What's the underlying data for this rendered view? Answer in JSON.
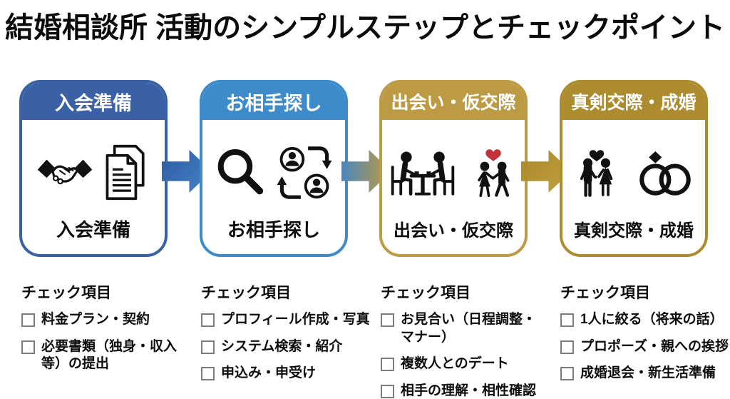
{
  "title": "結婚相談所 活動のシンプルステップとチェックポイント",
  "steps": [
    {
      "header": "入会準備",
      "label": "入会準備",
      "icons": [
        "handshake-icon",
        "documents-icon"
      ],
      "accent": "#3a60a5"
    },
    {
      "header": "お相手探し",
      "label": "お相手探し",
      "icons": [
        "magnifier-icon",
        "match-exchange-icon"
      ],
      "accent": "#3d8bc9"
    },
    {
      "header": "出会い・仮交際",
      "label": "出会い・仮交際",
      "icons": [
        "meeting-table-icon",
        "dating-couple-icon"
      ],
      "accent": "#bd9b45"
    },
    {
      "header": "真剣交際・成婚",
      "label": "真剣交際・成婚",
      "icons": [
        "married-couple-icon",
        "wedding-rings-icon"
      ],
      "accent": "#ad8c2f"
    }
  ],
  "checklists": [
    {
      "title": "チェック項目",
      "items": [
        "料金プラン・契約",
        "必要書類（独身・収入等）の提出"
      ]
    },
    {
      "title": "チェック項目",
      "items": [
        "プロフィール作成・写真",
        "システム検索・紹介",
        "申込み・申受け"
      ]
    },
    {
      "title": "チェック項目",
      "items": [
        "お見合い（日程調整・マナー）",
        "複数人とのデート",
        "相手の理解・相性確認"
      ]
    },
    {
      "title": "チェック項目",
      "items": [
        "1人に絞る（将来の話）",
        "プロポーズ・親への挨拶",
        "成婚退会・新生活準備"
      ]
    }
  ],
  "colors": {
    "step1_blue": "#3a60a5",
    "step2_blue": "#3d8bc9",
    "step3_gold": "#bd9b45",
    "step4_gold": "#ad8c2f",
    "arrow_blue_dark": "#2d5aa3",
    "arrow_blue_light": "#4585c4",
    "arrow_gold": "#c19c3a",
    "heart_red": "#c5303a",
    "icon_black": "#111111",
    "text": "#0d0d0d"
  }
}
